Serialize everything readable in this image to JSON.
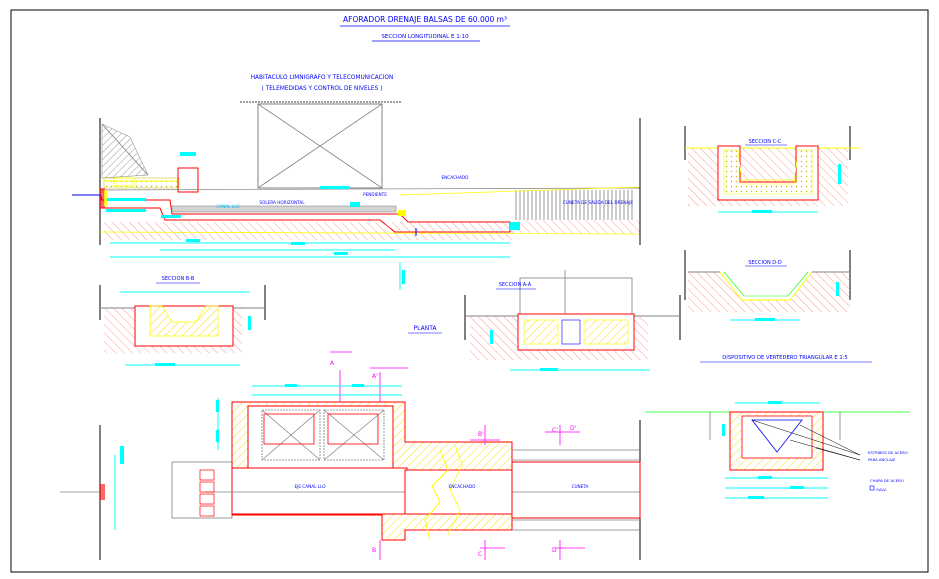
{
  "title": "AFORADOR DRENAJE BALSAS DE 60.000 m³",
  "subtitle": "SECCION LONGITUDINAL E 1:10",
  "building": {
    "line1": "HABITACULO LIMNIGRAFO Y TELECOMUNICACION",
    "line2": "( TELEMEDIDAS Y CONTROL DE NIVELES )"
  },
  "longitudinal": {
    "canal_label": "CANAL LLO",
    "solera_label": "SOLERA HORIZONTAL",
    "pendiente_label": "PENDIENTE",
    "encachado_label": "ENCACHADO",
    "cuneta_label": "CUNETA DE SALIDA DEL DRENAJE"
  },
  "sections": {
    "cc": "SECCION C-C",
    "dd": "SECCION D-D",
    "bb": "SECCION B-B",
    "aa": "SECCION A-A"
  },
  "plan": {
    "title": "PLANTA",
    "canal": "EJE CANAL LLO",
    "encachado": "ENCACHADO",
    "cuneta": "CUNETA",
    "markers": [
      "A",
      "A'",
      "B",
      "B'",
      "C",
      "C'",
      "D",
      "D'"
    ]
  },
  "weir": {
    "title": "DISPOSITIVO DE VERTEDERO TRIANGULAR E 1:5",
    "note1": "ESTRIBOS DE ACERO",
    "note2": "PARA ANCLAJE",
    "note3": "CHAPA DE ACERO",
    "note4": "GALV."
  },
  "colors": {
    "structure": "#ff0000",
    "dimension": "#00ffff",
    "annotation": "#0000ff",
    "ground": "#ffff00",
    "title": "#0000ff",
    "hatch": "#808080"
  }
}
